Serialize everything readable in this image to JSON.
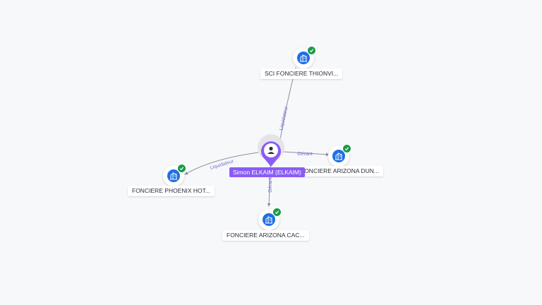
{
  "graph": {
    "person": {
      "label": "Simon ELKAIM (ELKAIM)",
      "icon": "person-pin-icon",
      "color": "#8a5cf6"
    },
    "companies": [
      {
        "id": "c1",
        "label": "SCI FONCIERE THIONVI...",
        "icon": "building-icon",
        "status_icon": "verified-check-icon"
      },
      {
        "id": "c2",
        "label": "FONCIERE ARIZONA DUN...",
        "icon": "building-icon",
        "status_icon": "verified-check-icon"
      },
      {
        "id": "c3",
        "label": "FONCIERE PHOENIX HOT...",
        "icon": "building-icon",
        "status_icon": "verified-check-icon"
      },
      {
        "id": "c4",
        "label": "FONCIERE ARIZONA CAC...",
        "icon": "building-icon",
        "status_icon": "verified-check-icon"
      }
    ],
    "edges": [
      {
        "to": "c1",
        "label": "Liquidateur"
      },
      {
        "to": "c2",
        "label": "Gérant"
      },
      {
        "to": "c3",
        "label": "Liquidateur"
      },
      {
        "to": "c4",
        "label": "Gérant"
      }
    ],
    "colors": {
      "company_badge": "#1f6fe5",
      "verified": "#1d9a4a",
      "edge": "#8c8fa3",
      "edge_label": "#7a6fcf"
    }
  }
}
